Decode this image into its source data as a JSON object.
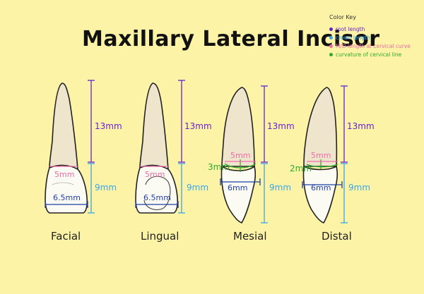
{
  "title": "Maxillary Lateral Incisor",
  "color_key": {
    "title": "Color Key",
    "items": [
      {
        "label": "root length",
        "color": "#6a1fd0"
      },
      {
        "label": "crown length",
        "color": "#3aa6e8"
      },
      {
        "label": "M/D length at cervical curve",
        "color": "#f06aa8"
      },
      {
        "label": "curvature of cervical line",
        "color": "#2eab2e"
      }
    ]
  },
  "views": [
    {
      "name": "Facial",
      "root": "13mm",
      "crown": "9mm",
      "cervical": "5mm",
      "width": "6.5mm",
      "curve": ""
    },
    {
      "name": "Lingual",
      "root": "13mm",
      "crown": "9mm",
      "cervical": "5mm",
      "width": "6.5mm",
      "curve": ""
    },
    {
      "name": "Mesial",
      "root": "13mm",
      "crown": "9mm",
      "cervical": "5mm",
      "width": "6mm",
      "curve": "3mm"
    },
    {
      "name": "Distal",
      "root": "13mm",
      "crown": "9mm",
      "cervical": "5mm",
      "width": "6mm",
      "curve": "2mm"
    }
  ]
}
